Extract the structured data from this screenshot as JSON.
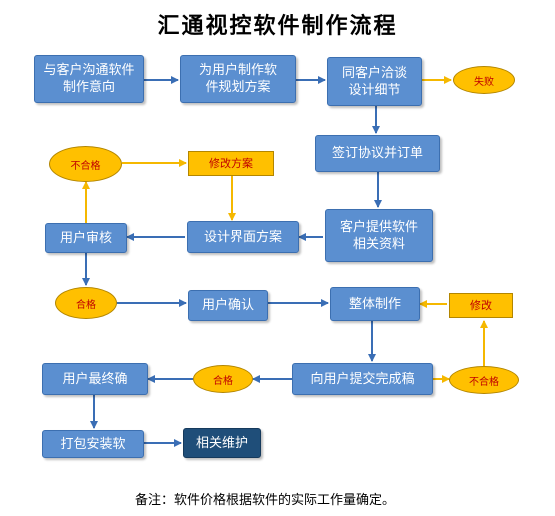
{
  "title": "汇通视控软件制作流程",
  "colors": {
    "box": "#5b8fd0",
    "dark_box": "#1f4e79",
    "orange": "#ffc000",
    "red_text": "#c00000",
    "arrow_blue": "#3a6eb5",
    "arrow_orange": "#f5b800"
  },
  "nodes": {
    "n1": "与客户沟通软件\n制作意向",
    "n2": "为用户制作软\n件规划方案",
    "n3": "同客户洽谈\n设计细节",
    "fail": "失败",
    "n4": "签订协议并订单",
    "n5": "客户提供软件\n相关资料",
    "n6": "设计界面方案",
    "n7": "用户审核",
    "reject1": "不合格",
    "modify_plan": "修改方案",
    "pass1": "合格",
    "n8": "用户确认",
    "n9": "整体制作",
    "modify": "修改",
    "n10": "向用户提交完成稿",
    "reject2": "不合格",
    "pass2": "合格",
    "n11": "用户最终确",
    "n12": "打包安装软",
    "n13": "相关维护"
  },
  "note": "备注：软件价格根据软件的实际工作量确定。"
}
